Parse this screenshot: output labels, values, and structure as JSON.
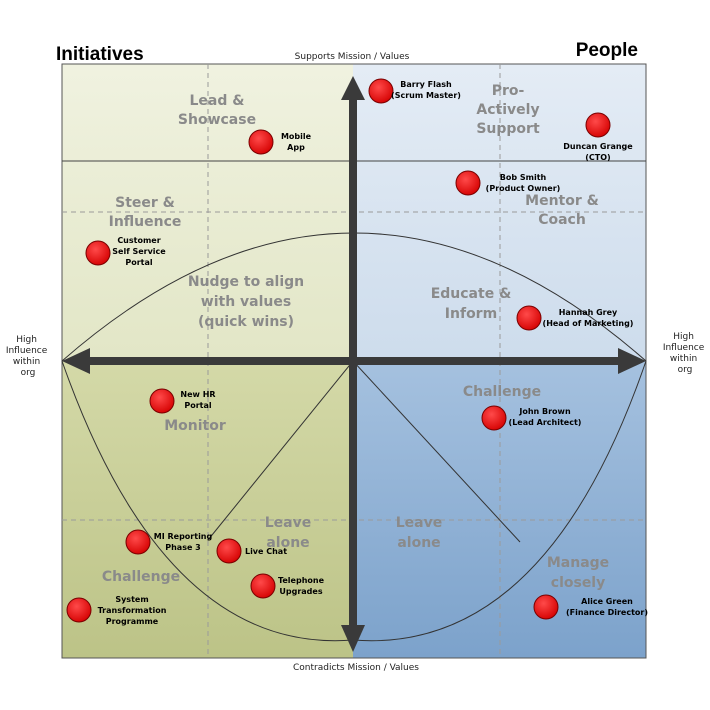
{
  "headings": {
    "left": "Initiatives",
    "right": "People"
  },
  "axes": {
    "top": "Supports Mission / Values",
    "bottom": "Contradicts Mission / Values",
    "left": [
      "High",
      "Influence",
      "within",
      "org"
    ],
    "right": [
      "High",
      "Influence",
      "within",
      "org"
    ]
  },
  "colors": {
    "top_left": "#eef0dc",
    "top_right": "#dde7f1",
    "bottom_left": "#c8cf98",
    "bottom_right": "#8eb1d6",
    "dot": "#ee0000",
    "arrow": "#3a3a3a",
    "zone_text": "#8a8a8a"
  },
  "zones": [
    {
      "id": "lead-showcase",
      "lines": [
        "Lead &",
        "Showcase"
      ]
    },
    {
      "id": "pro-actively-support",
      "lines": [
        "Pro-",
        "Actively",
        "Support"
      ]
    },
    {
      "id": "steer-influence",
      "lines": [
        "Steer &",
        "Influence"
      ]
    },
    {
      "id": "mentor-coach",
      "lines": [
        "Mentor &",
        "Coach"
      ]
    },
    {
      "id": "nudge",
      "lines": [
        "Nudge to align",
        "with values",
        "(quick wins)"
      ]
    },
    {
      "id": "educate-inform",
      "lines": [
        "Educate &",
        "Inform"
      ]
    },
    {
      "id": "monitor",
      "lines": [
        "Monitor"
      ]
    },
    {
      "id": "challenge-right",
      "lines": [
        "Challenge"
      ]
    },
    {
      "id": "leave-alone-left",
      "lines": [
        "Leave",
        "alone"
      ]
    },
    {
      "id": "leave-alone-right",
      "lines": [
        "Leave",
        "alone"
      ]
    },
    {
      "id": "challenge-left",
      "lines": [
        "Challenge"
      ]
    },
    {
      "id": "manage-closely",
      "lines": [
        "Manage",
        "closely"
      ]
    }
  ],
  "items": [
    {
      "id": "barry-flash",
      "lines": [
        "Barry Flash",
        "(Scrum Master)"
      ]
    },
    {
      "id": "mobile-app",
      "lines": [
        "Mobile",
        "App"
      ]
    },
    {
      "id": "duncan-grange",
      "lines": [
        "Duncan Grange",
        "(CTO)"
      ]
    },
    {
      "id": "bob-smith",
      "lines": [
        "Bob Smith",
        "(Product Owner)"
      ]
    },
    {
      "id": "customer-self-service-portal",
      "lines": [
        "Customer",
        "Self Service",
        "Portal"
      ]
    },
    {
      "id": "hannah-grey",
      "lines": [
        "Hannah Grey",
        "(Head of Marketing)"
      ]
    },
    {
      "id": "new-hr-portal",
      "lines": [
        "New HR",
        "Portal"
      ]
    },
    {
      "id": "john-brown",
      "lines": [
        "John Brown",
        "(Lead Architect)"
      ]
    },
    {
      "id": "mi-reporting-phase-3",
      "lines": [
        "MI Reporting",
        "Phase 3"
      ]
    },
    {
      "id": "live-chat",
      "lines": [
        "Live Chat"
      ]
    },
    {
      "id": "telephone-upgrades",
      "lines": [
        "Telephone",
        "Upgrades"
      ]
    },
    {
      "id": "system-transformation-programme",
      "lines": [
        "System",
        "Transformation",
        "Programme"
      ]
    },
    {
      "id": "alice-green",
      "lines": [
        "Alice Green",
        "(Finance Director)"
      ]
    }
  ]
}
